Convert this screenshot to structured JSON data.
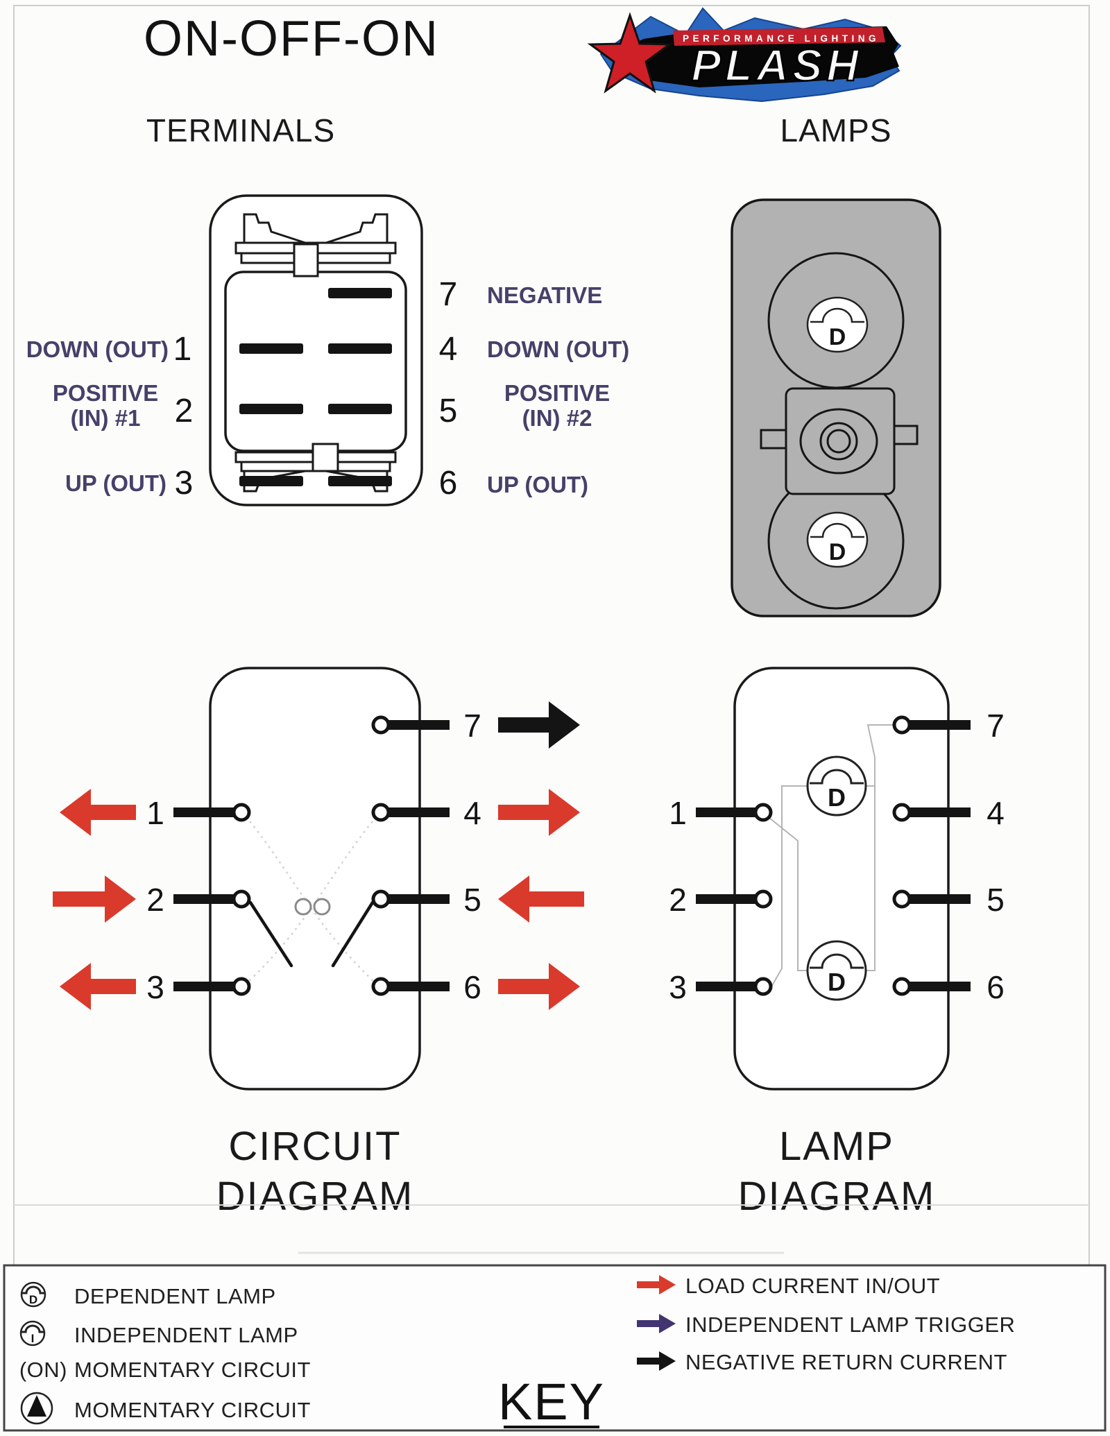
{
  "page": {
    "title": "ON-OFF-ON"
  },
  "logo": {
    "tagline": "PERFORMANCE LIGHTING",
    "brand": "PLASH"
  },
  "terminals": {
    "heading": "TERMINALS",
    "left": [
      {
        "n": "1",
        "label": "DOWN (OUT)"
      },
      {
        "n": "2",
        "label": "POSITIVE",
        "label2": "(IN) #1"
      },
      {
        "n": "3",
        "label": "UP (OUT)"
      }
    ],
    "right": [
      {
        "n": "7",
        "label": "NEGATIVE"
      },
      {
        "n": "4",
        "label": "DOWN (OUT)"
      },
      {
        "n": "5",
        "label": "POSITIVE",
        "label2": "(IN) #2"
      },
      {
        "n": "6",
        "label": "UP (OUT)"
      }
    ]
  },
  "lamps": {
    "heading": "LAMPS",
    "lamp_letter": "D"
  },
  "circuit": {
    "line1": "CIRCUIT",
    "line2": "DIAGRAM",
    "left_nums": [
      "1",
      "2",
      "3"
    ],
    "right_nums": [
      "7",
      "4",
      "5",
      "6"
    ]
  },
  "lampdiag": {
    "line1": "LAMP",
    "line2": "DIAGRAM",
    "left_nums": [
      "1",
      "2",
      "3"
    ],
    "right_nums": [
      "7",
      "4",
      "5",
      "6"
    ],
    "lamp_letter": "D"
  },
  "key": {
    "title": "KEY",
    "left": [
      {
        "label": "DEPENDENT LAMP"
      },
      {
        "label": "INDEPENDENT LAMP"
      },
      {
        "prefix": "(ON)",
        "label": "MOMENTARY CIRCUIT"
      },
      {
        "label": "MOMENTARY CIRCUIT"
      }
    ],
    "right": [
      {
        "label": "LOAD CURRENT IN/OUT"
      },
      {
        "label": "INDEPENDENT LAMP TRIGGER"
      },
      {
        "label": "NEGATIVE RETURN CURRENT"
      }
    ],
    "icon_letters": {
      "dependent": "D",
      "independent": "I"
    }
  },
  "colors": {
    "load_current_red": "#d93a2c",
    "lamp_trigger_purple": "#413471",
    "negative_black": "#141414",
    "terminal_label_purple": "#474069",
    "rocker_gray": "#b2b2b2"
  }
}
